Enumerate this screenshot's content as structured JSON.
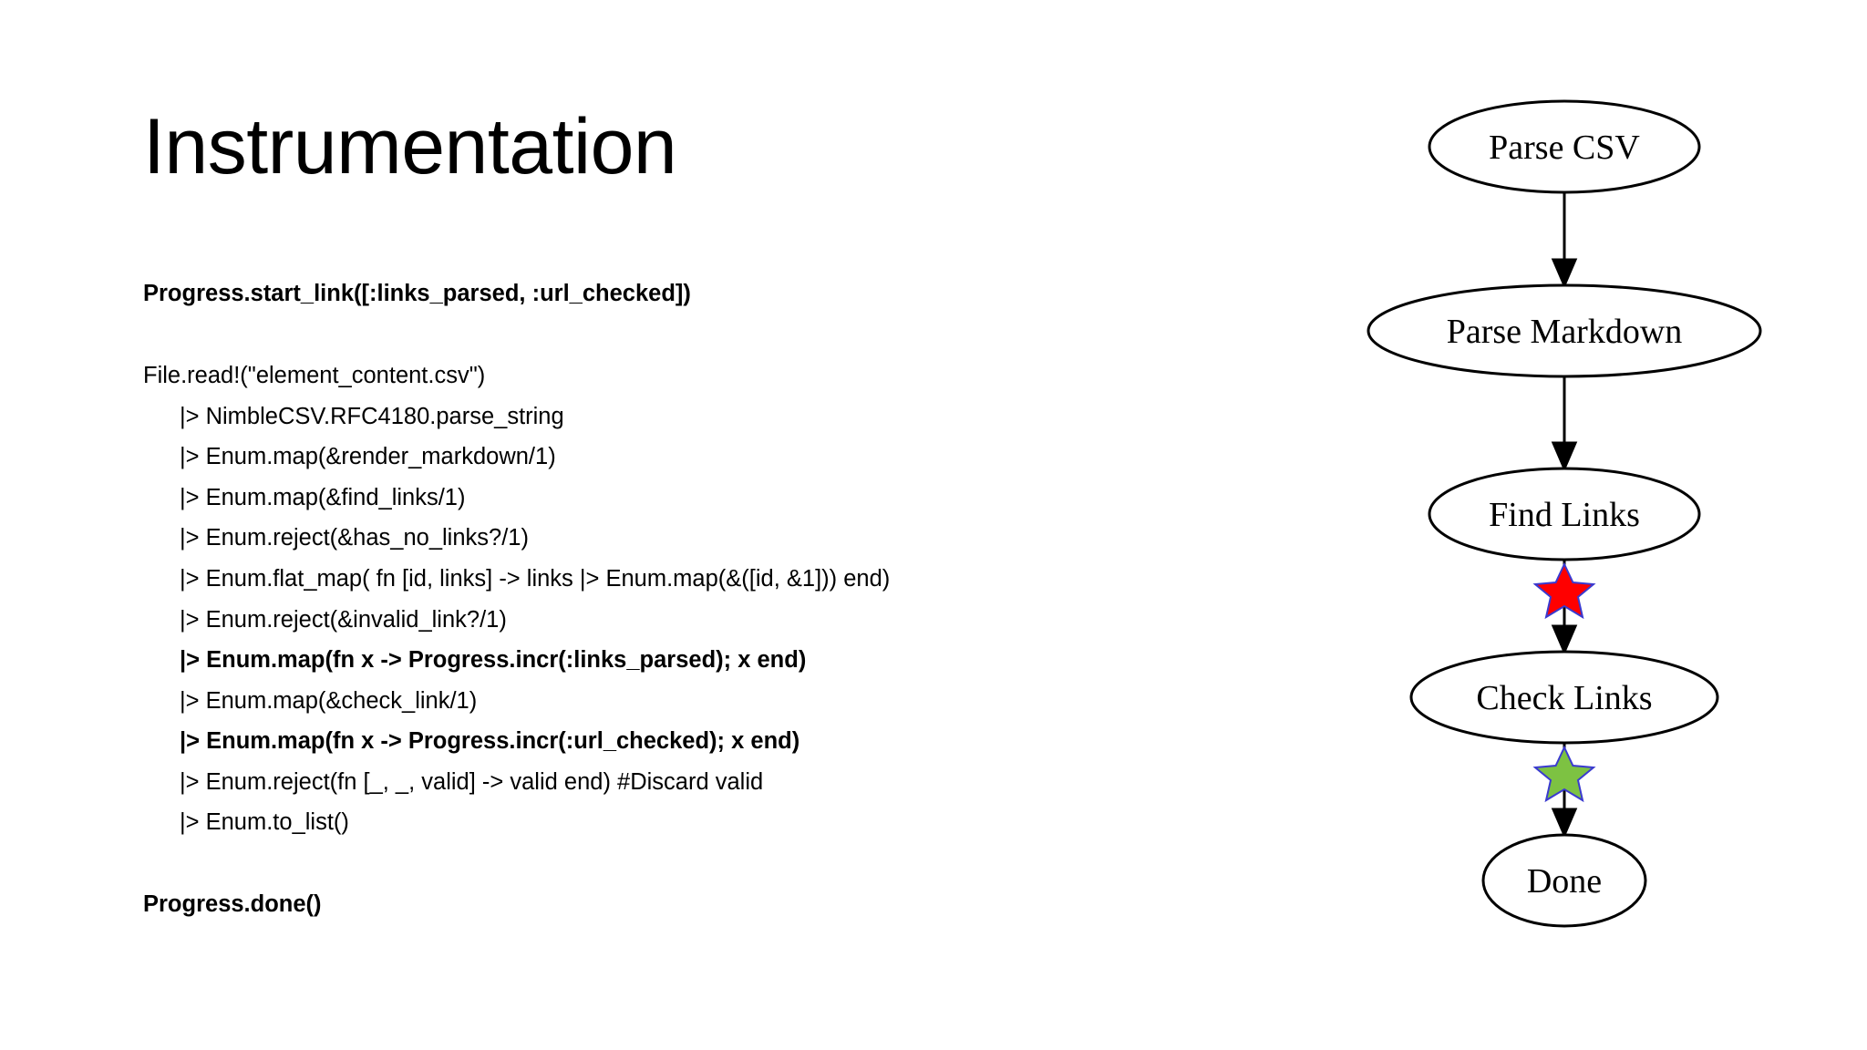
{
  "slide": {
    "title": "Instrumentation"
  },
  "code": {
    "start_line": "Progress.start_link([:links_parsed, :url_checked])",
    "read_line": "File.read!(\"element_content.csv\")",
    "pipeline": [
      {
        "text": "|> NimbleCSV.RFC4180.parse_string",
        "bold": false
      },
      {
        "text": "|> Enum.map(&render_markdown/1)",
        "bold": false
      },
      {
        "text": "|> Enum.map(&find_links/1)",
        "bold": false
      },
      {
        "text": "|> Enum.reject(&has_no_links?/1)",
        "bold": false
      },
      {
        "text": "|> Enum.flat_map( fn [id, links] -> links |> Enum.map(&([id, &1])) end)",
        "bold": false
      },
      {
        "text": "|> Enum.reject(&invalid_link?/1)",
        "bold": false
      },
      {
        "text": "|> Enum.map(fn x -> Progress.incr(:links_parsed); x end)",
        "bold": true
      },
      {
        "text": "|> Enum.map(&check_link/1)",
        "bold": false
      },
      {
        "text": "|> Enum.map(fn x -> Progress.incr(:url_checked); x end)",
        "bold": true
      },
      {
        "text": "|> Enum.reject(fn [_, _, valid] -> valid end) #Discard valid",
        "bold": false
      },
      {
        "text": "|> Enum.to_list()",
        "bold": false
      }
    ],
    "done_line": "Progress.done()"
  },
  "flowchart": {
    "nodes": [
      {
        "label": "Parse CSV"
      },
      {
        "label": "Parse Markdown"
      },
      {
        "label": "Find Links"
      },
      {
        "label": "Check Links"
      },
      {
        "label": "Done"
      }
    ],
    "markers": [
      {
        "name": "red-star",
        "color": "#ff0000",
        "between": [
          "Find Links",
          "Check Links"
        ]
      },
      {
        "name": "green-star",
        "color": "#7dc242",
        "between": [
          "Check Links",
          "Done"
        ]
      }
    ]
  }
}
